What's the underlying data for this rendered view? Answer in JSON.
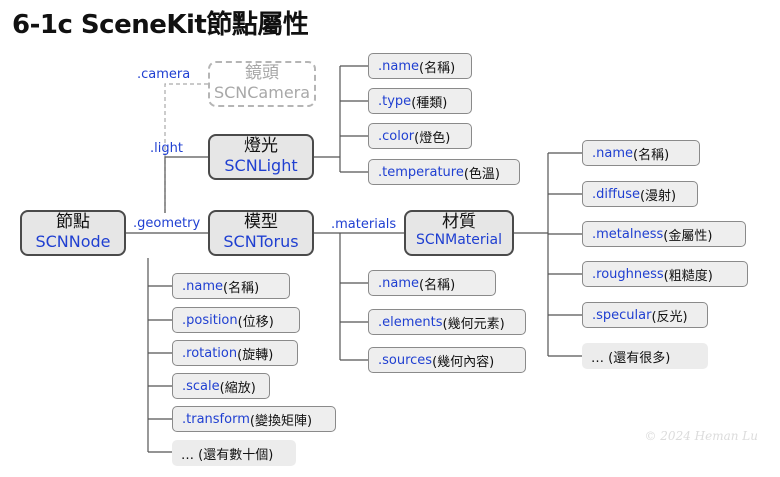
{
  "title": "6-1c SceneKit節點屬性",
  "nodes": {
    "camera": {
      "zh": "鏡頭",
      "en": "SCNCamera"
    },
    "light": {
      "zh": "燈光",
      "en": "SCNLight"
    },
    "node": {
      "zh": "節點",
      "en": "SCNNode"
    },
    "torus": {
      "zh": "模型",
      "en": "SCNTorus"
    },
    "material": {
      "zh": "材質",
      "en": "SCNMaterial"
    }
  },
  "labels": {
    "camera": ".camera",
    "light": ".light",
    "geometry": ".geometry",
    "materials": ".materials"
  },
  "light_props": [
    {
      "k": ".name",
      "v": " (名稱)"
    },
    {
      "k": ".type",
      "v": " (種類)"
    },
    {
      "k": ".color",
      "v": " (燈色)"
    },
    {
      "k": ".temperature",
      "v": " (色溫)"
    }
  ],
  "node_props": [
    {
      "k": ".name",
      "v": " (名稱)"
    },
    {
      "k": ".position",
      "v": " (位移)"
    },
    {
      "k": ".rotation",
      "v": " (旋轉)"
    },
    {
      "k": ".scale",
      "v": " (縮放)"
    },
    {
      "k": ".transform",
      "v": " (變換矩陣)"
    },
    {
      "k": "",
      "v": "… (還有數十個)"
    }
  ],
  "geometry_props": [
    {
      "k": ".name",
      "v": " (名稱)"
    },
    {
      "k": ".elements",
      "v": " (幾何元素)"
    },
    {
      "k": ".sources",
      "v": " (幾何內容)"
    }
  ],
  "material_props": [
    {
      "k": ".name",
      "v": " (名稱)"
    },
    {
      "k": ".diffuse",
      "v": " (漫射)"
    },
    {
      "k": ".metalness",
      "v": " (金屬性)"
    },
    {
      "k": ".roughness",
      "v": " (粗糙度)"
    },
    {
      "k": ".specular",
      "v": " (反光)"
    },
    {
      "k": "",
      "v": "… (還有很多)"
    }
  ],
  "watermark": "© 2024 Heman Lu"
}
